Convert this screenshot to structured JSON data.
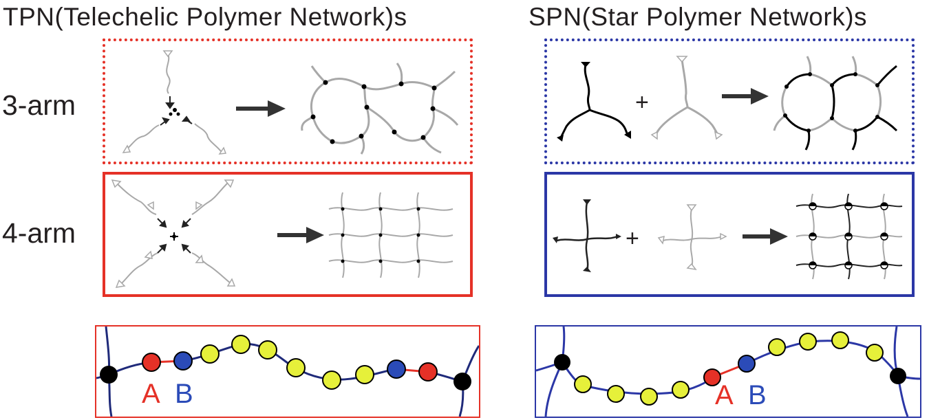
{
  "titles": {
    "tpn": "TPN(Telechelic Polymer Network)s",
    "spn": "SPN(Star Polymer Network)s"
  },
  "row_labels": {
    "three_arm": "3-arm",
    "four_arm": "4-arm"
  },
  "operators": {
    "plus": "+"
  },
  "chain_labels": {
    "a": "A",
    "b": "B"
  },
  "colors": {
    "tpn_red": "#e53127",
    "spn_blue": "#2b37a6",
    "bead_yellow": "#e6f03a",
    "bead_red": "#e53127",
    "bead_blue": "#2b4bb8",
    "crosslink_black": "#000000",
    "chain_navy": "#1f2a7a",
    "light_gray": "#9a9a9a",
    "arrow_dark": "#333333"
  }
}
